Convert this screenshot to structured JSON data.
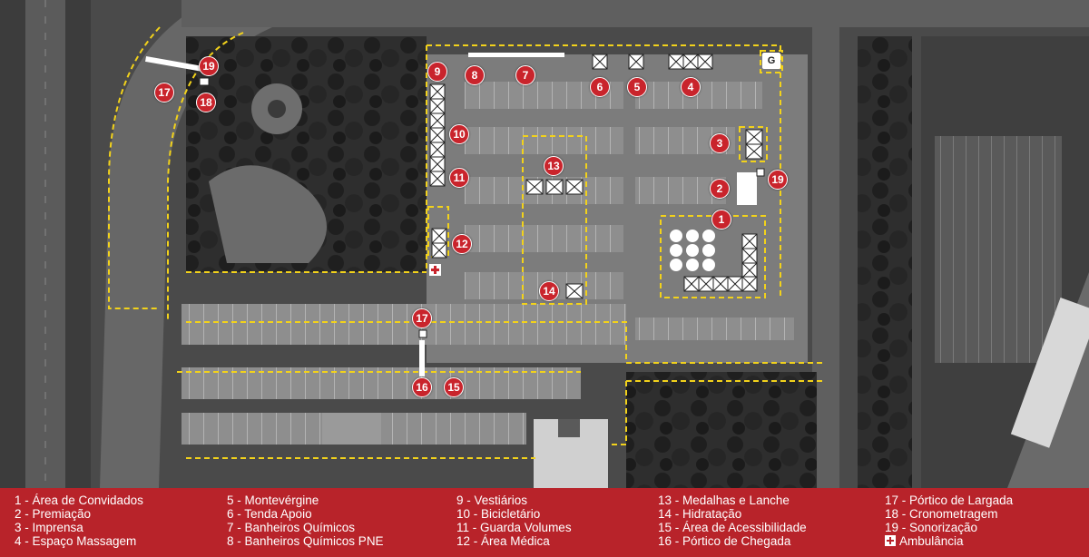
{
  "markers": [
    {
      "id": "m1",
      "label": "1"
    },
    {
      "id": "m2",
      "label": "2"
    },
    {
      "id": "m3",
      "label": "3"
    },
    {
      "id": "m4",
      "label": "4"
    },
    {
      "id": "m5",
      "label": "5"
    },
    {
      "id": "m6",
      "label": "6"
    },
    {
      "id": "m7",
      "label": "7"
    },
    {
      "id": "m8",
      "label": "8"
    },
    {
      "id": "m9",
      "label": "9"
    },
    {
      "id": "m10",
      "label": "10"
    },
    {
      "id": "m11",
      "label": "11"
    },
    {
      "id": "m12",
      "label": "12"
    },
    {
      "id": "m13",
      "label": "13"
    },
    {
      "id": "m14",
      "label": "14"
    },
    {
      "id": "m15",
      "label": "15"
    },
    {
      "id": "m16",
      "label": "16"
    },
    {
      "id": "m17a",
      "label": "17"
    },
    {
      "id": "m17b",
      "label": "17"
    },
    {
      "id": "m18",
      "label": "18"
    },
    {
      "id": "m19a",
      "label": "19"
    },
    {
      "id": "m19b",
      "label": "19"
    }
  ],
  "g_label": "G",
  "legend": {
    "col1": [
      "1 - Área de Convidados",
      "2 - Premiação",
      "3 - Imprensa",
      "4 - Espaço Massagem"
    ],
    "col2": [
      "5 - Montevérgine",
      "6 - Tenda Apoio",
      "7 - Banheiros Químicos",
      "8 - Banheiros Químicos PNE"
    ],
    "col3": [
      "9 - Vestiários",
      "10 - Bicicletário",
      "11 - Guarda Volumes",
      "12 - Área Médica"
    ],
    "col4": [
      "13 -  Medalhas e Lanche",
      "14 -  Hidratação",
      "15 - Área de Acessibilidade",
      "16 - Pórtico de Chegada"
    ],
    "col5": [
      "17 - Pórtico de Largada",
      "18 - Cronometragem",
      "19 - Sonorização",
      "Ambulância"
    ]
  },
  "colors": {
    "marker": "#c9242c",
    "legend_bg": "#b8232a",
    "dashed_outline": "#f2d21b"
  }
}
